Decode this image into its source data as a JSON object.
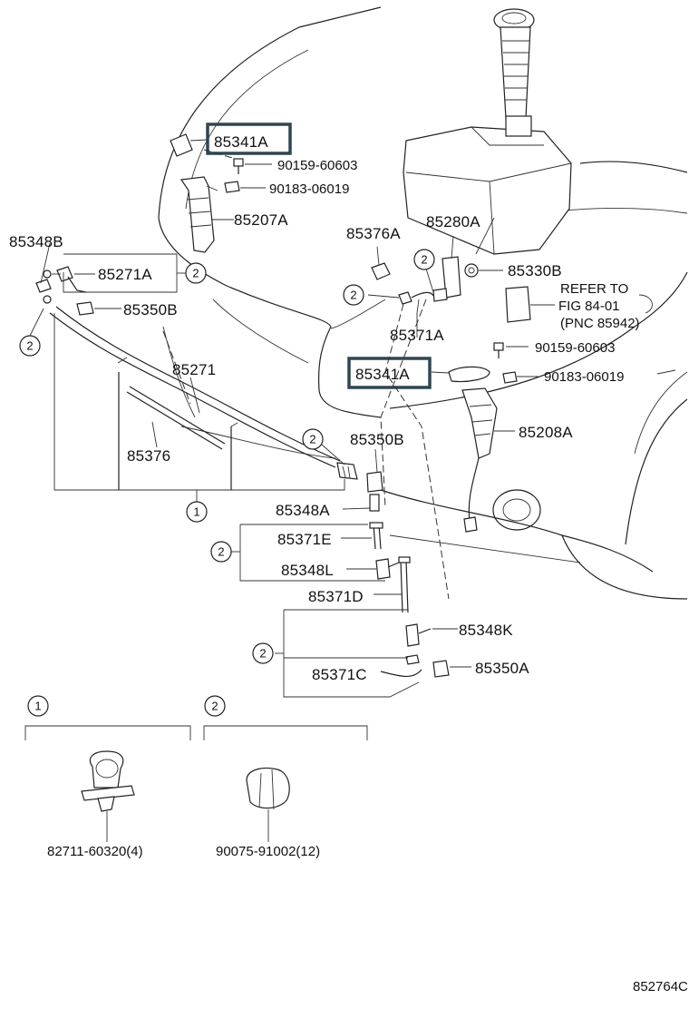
{
  "highlight_color": "#2f4650",
  "labels": {
    "p85341A_top": "85341A",
    "p90159_top": "90159-60603",
    "p90183_top": "90183-06019",
    "p85207A": "85207A",
    "p85348B": "85348B",
    "p85271A": "85271A",
    "p85350B_left": "85350B",
    "p85271": "85271",
    "p85376": "85376",
    "p85376A": "85376A",
    "p85280A": "85280A",
    "p85330B": "85330B",
    "refer1": "REFER TO",
    "refer2": "FIG 84-01",
    "refer3": "(PNC 85942)",
    "p85371A": "85371A",
    "p90159_mid": "90159-60603",
    "p85341A_mid": "85341A",
    "p90183_mid": "90183-06019",
    "p85208A": "85208A",
    "p85350B_mid": "85350B",
    "p85348A": "85348A",
    "p85371E": "85371E",
    "p85348L": "85348L",
    "p85371D": "85371D",
    "p85348K": "85348K",
    "p85371C": "85371C",
    "p85350A": "85350A",
    "legend_p1": "82711-60320(4)",
    "legend_p2": "90075-91002(12)",
    "diagram_code": "852764C"
  },
  "callouts": {
    "one": "1",
    "two": "2"
  }
}
